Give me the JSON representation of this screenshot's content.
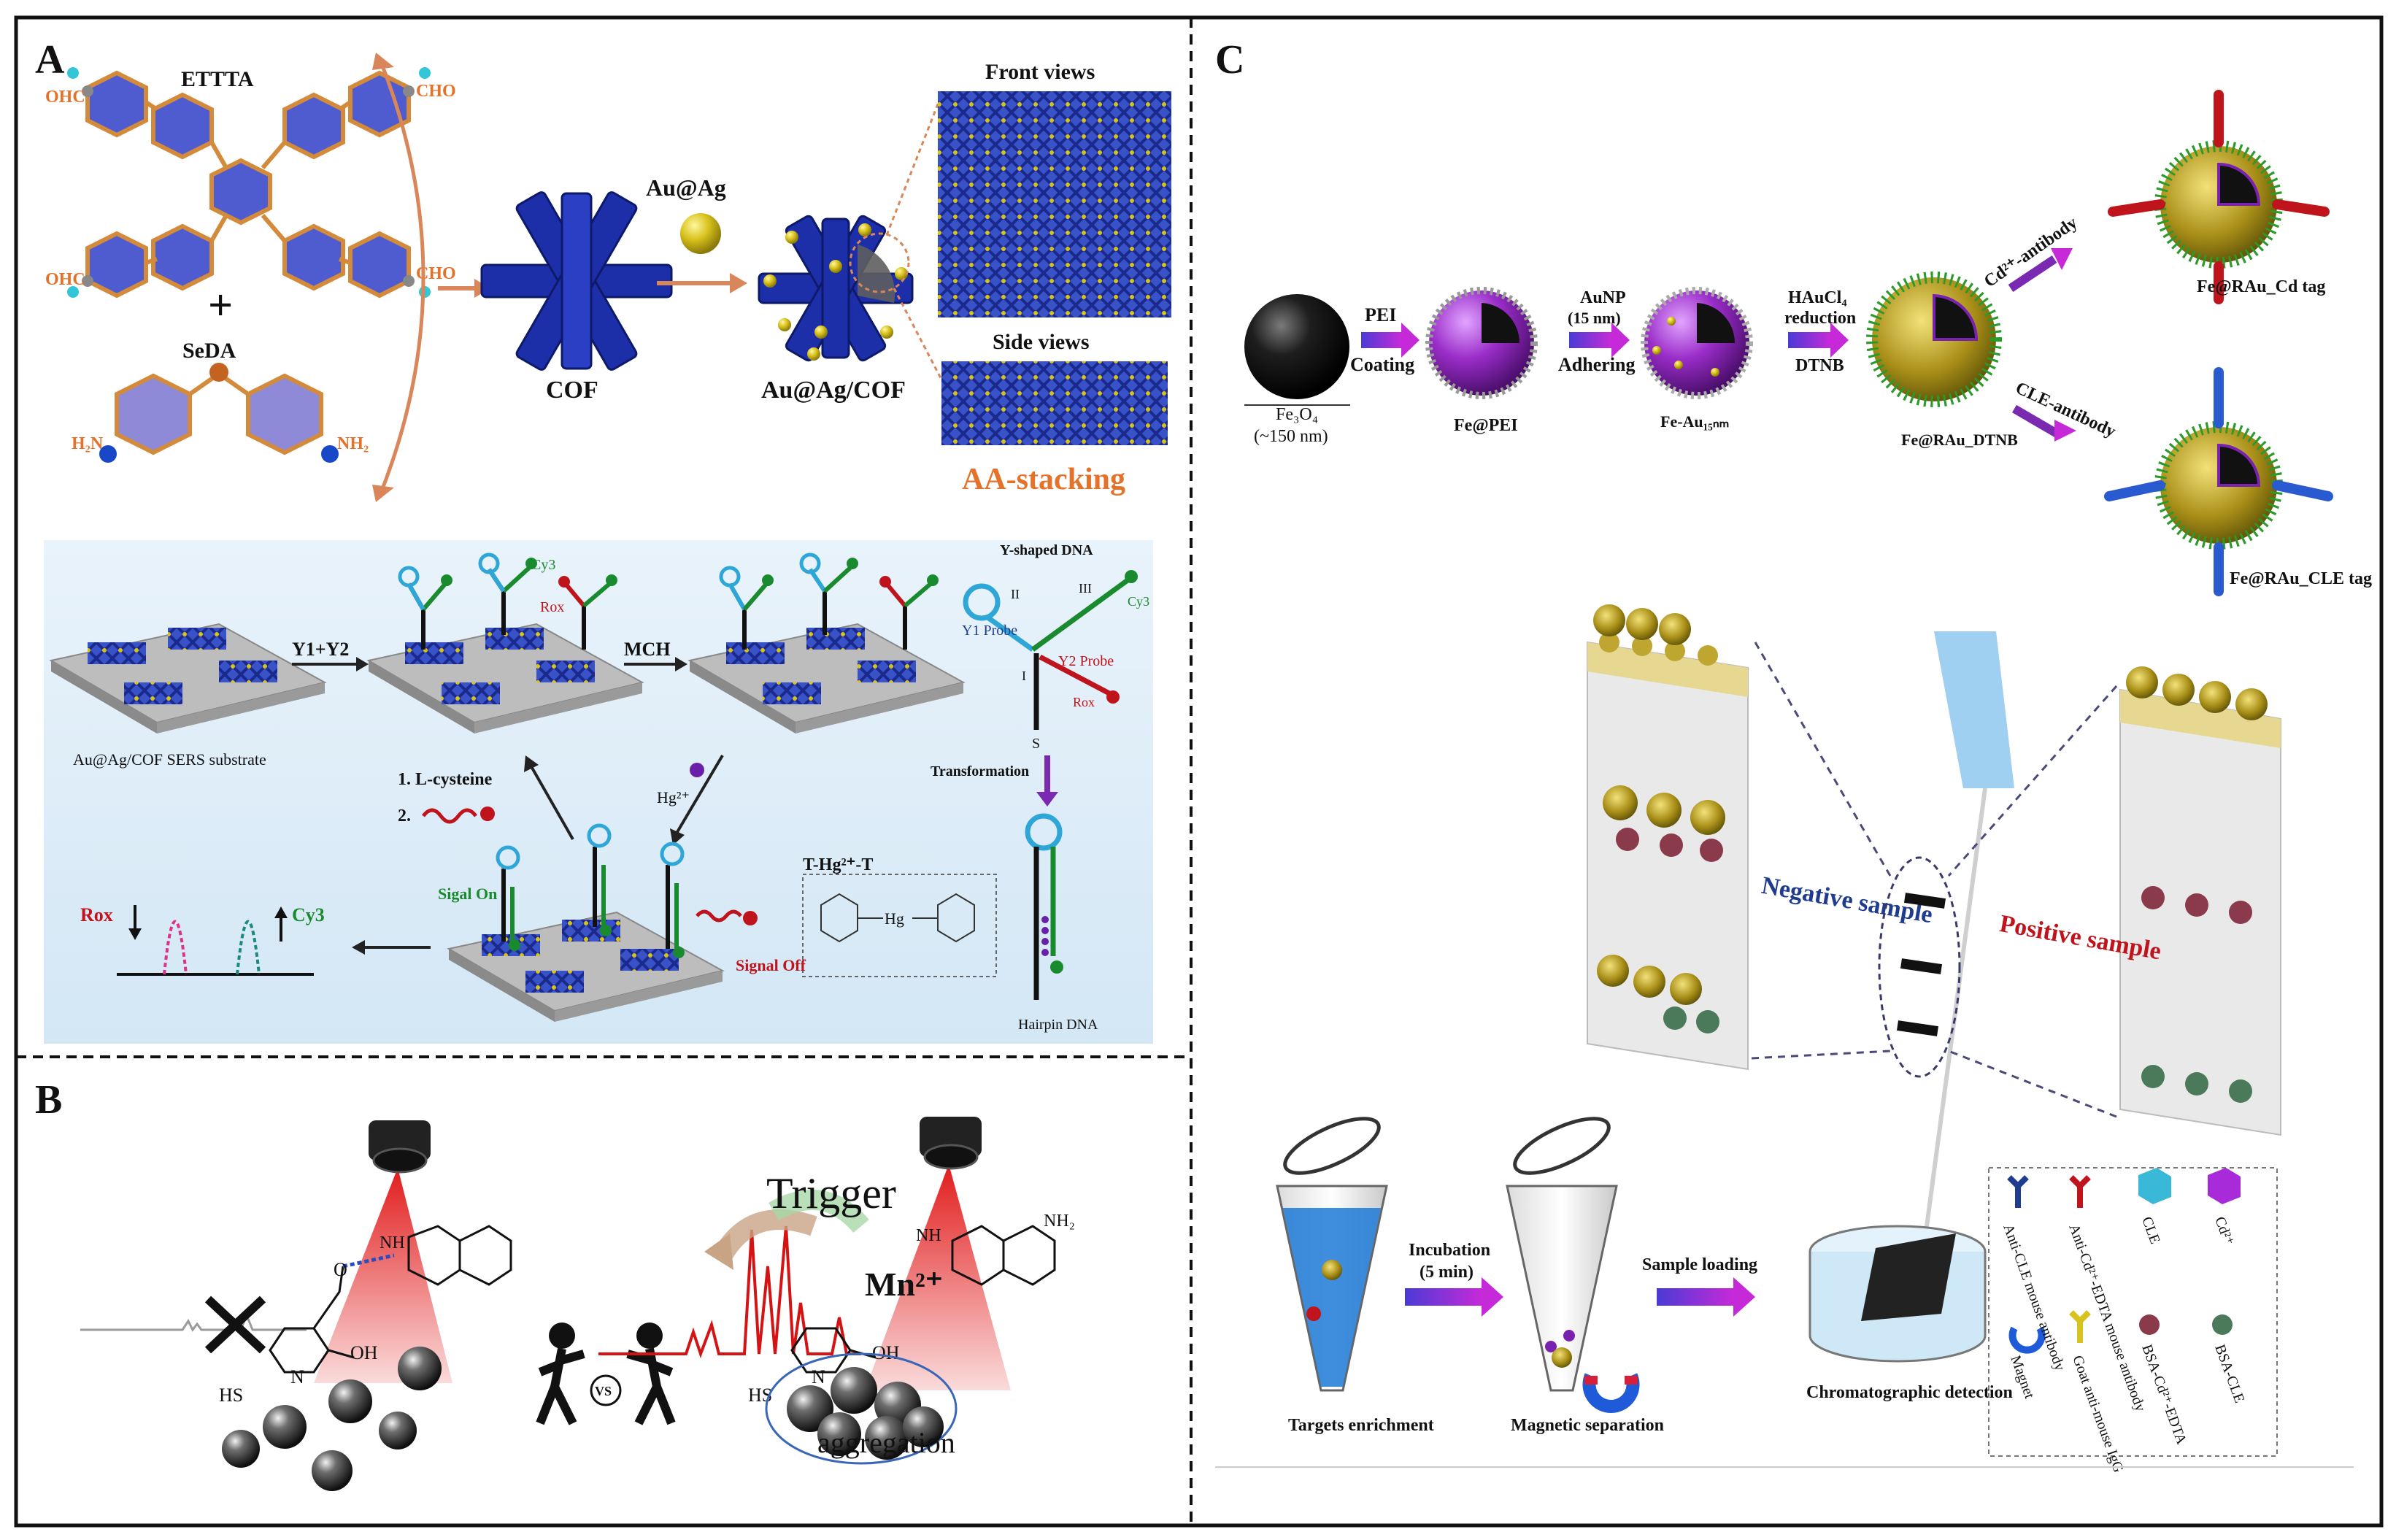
{
  "panelA": {
    "letter": "A",
    "ettta": "ETTTA",
    "cho_ul": "OHC",
    "cho_ur": "CHO",
    "cho_ll": "OHC",
    "cho_lr": "CHO",
    "plus": "+",
    "seda": "SeDA",
    "nh2_l": "H₂N",
    "nh2_r": "NH₂",
    "cof": "COF",
    "auag": "Au@Ag",
    "auagcof": "Au@Ag/COF",
    "front_views": "Front views",
    "side_views": "Side views",
    "aa_stacking": "AA-stacking",
    "substrate": "Au@Ag/COF SERS substrate",
    "y1y2": "Y1+Y2",
    "cy3_top": "Cy3",
    "rox_top": "Rox",
    "mch": "MCH",
    "yshaped": "Y-shaped DNA",
    "y1probe": "Y1 Probe",
    "y2probe": "Y2 Probe",
    "roman_ii": "II",
    "roman_iii": "III",
    "roman_i": "I",
    "cy3_y": "Cy3",
    "rox_y": "Rox",
    "s": "S",
    "transformation": "Transformation",
    "lcys": "1. L-cysteine",
    "step2": "2.",
    "hg": "Hg²⁺",
    "thgt": "T-Hg²⁺-T",
    "hg_center": "Hg",
    "rox_arrow": "Rox",
    "cy3_arrow": "Cy3",
    "signal_on": "Sigal On",
    "signal_off": "Signal Off",
    "hairpin": "Hairpin DNA"
  },
  "panelB": {
    "letter": "B",
    "trigger": "Trigger",
    "mn": "Mn²⁺",
    "vs": "VS",
    "aggregation": "aggregation",
    "hs_l": "HS",
    "hs_r": "HS",
    "n_l": "N",
    "n_r": "N",
    "o": "O",
    "oh_l": "OH",
    "oh_r": "OH",
    "nh_l": "NH",
    "nh_r": "NH",
    "nh2": "NH₂"
  },
  "panelC": {
    "letter": "C",
    "fe3o4": "Fe₃O₄",
    "size": "(~150 nm)",
    "pei": "PEI",
    "coating": "Coating",
    "fepei": "Fe@PEI",
    "aunp": "AuNP",
    "aunp_size": "(15 nm)",
    "adhering": "Adhering",
    "feau": "Fe-Au₁₅ₙₘ",
    "hauc": "HAuCl₄",
    "reduction": "reduction",
    "dtnb": "DTNB",
    "ferau_dtnb": "Fe@RAu_DTNB",
    "cd_antibody": "Cd²⁺-antibody",
    "cle_antibody": "CLE-antibody",
    "ferau_cd": "Fe@RAu_Cd tag",
    "ferau_cle": "Fe@RAu_CLE tag",
    "negative": "Negative sample",
    "positive": "Positive sample",
    "targets": "Targets enrichment",
    "incubation": "Incubation",
    "five_min": "(5 min)",
    "magnetic": "Magnetic separation",
    "sample_loading": "Sample loading",
    "chromatographic": "Chromatographic detection",
    "legend": [
      "Anti-CLE mouse antibody",
      "Anti-Cd²⁺-EDTA mouse antibody",
      "CLE",
      "Cd²⁺",
      "Magnet",
      "Goat anti-mouse IgG",
      "BSA-Cd²⁺-EDTA",
      "BSA-CLE"
    ]
  },
  "colors": {
    "cof_blue": "#1d2fa8",
    "gold": "#c9b21a",
    "purple": "#8b22b8",
    "red": "#c0141c",
    "green": "#1a8a2e",
    "orange": "#e5722a",
    "light_blue": "#9fd0f2"
  }
}
